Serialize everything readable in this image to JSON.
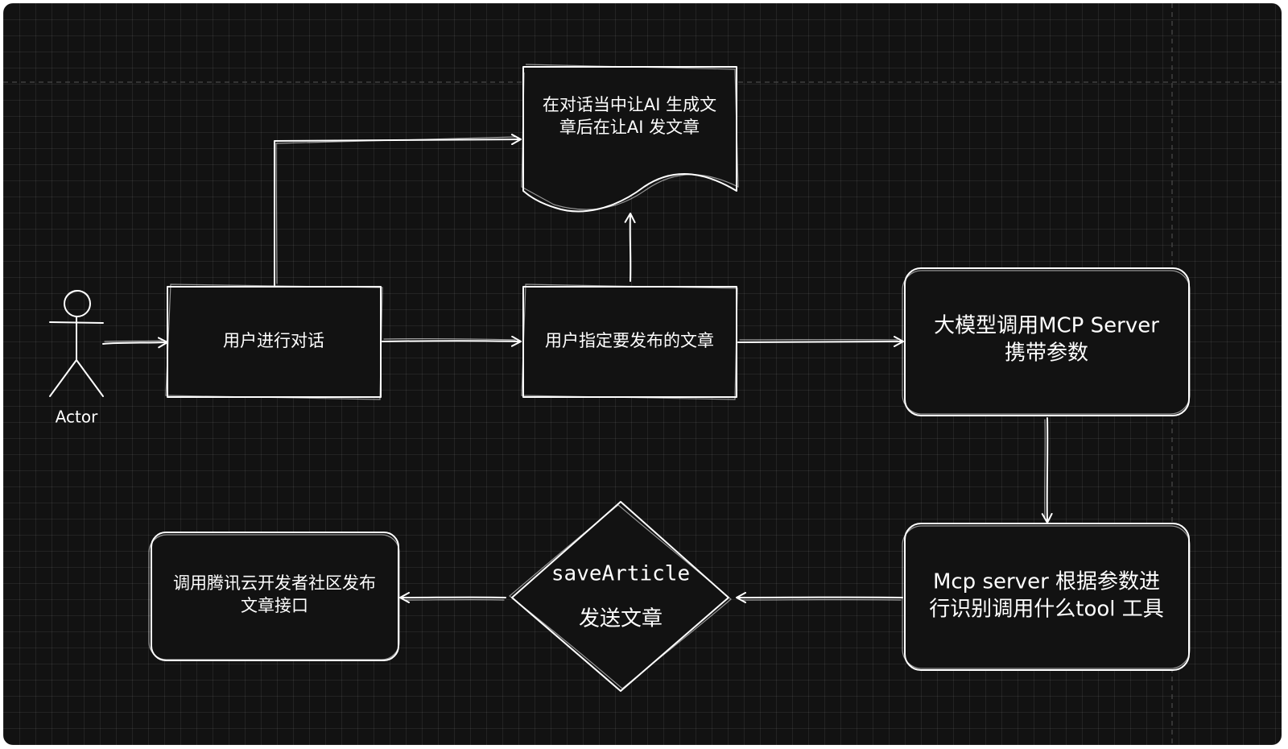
{
  "diagram": {
    "colors": {
      "background": "#121212",
      "grid": "#2a2a2a",
      "stroke": "#ffffff",
      "text": "#ffffff"
    },
    "actor": {
      "label": "Actor",
      "icon": "stick-figure-icon"
    },
    "nodes": {
      "user_dialog": "用户进行对话",
      "ai_document_line1": "在对话当中让AI 生成文",
      "ai_document_line2": "章后在让AI 发文章",
      "user_select": "用户指定要发布的文章",
      "llm_call_line1": "大模型调用MCP Server",
      "llm_call_line2": "携带参数",
      "mcp_identify_line1": "Mcp server 根据参数进",
      "mcp_identify_line2": "行识别调用什么tool 工具",
      "save_article_line1": "saveArticle",
      "save_article_line2": "发送文章",
      "tencent_api_line1": "调用腾讯云开发者社区发布",
      "tencent_api_line2": "文章接口"
    },
    "edges": [
      {
        "from": "actor",
        "to": "user_dialog"
      },
      {
        "from": "user_dialog",
        "to": "ai_document"
      },
      {
        "from": "user_dialog",
        "to": "user_select"
      },
      {
        "from": "user_select",
        "to": "ai_document"
      },
      {
        "from": "user_select",
        "to": "llm_call"
      },
      {
        "from": "llm_call",
        "to": "mcp_identify"
      },
      {
        "from": "mcp_identify",
        "to": "save_article"
      },
      {
        "from": "save_article",
        "to": "tencent_api"
      }
    ]
  }
}
